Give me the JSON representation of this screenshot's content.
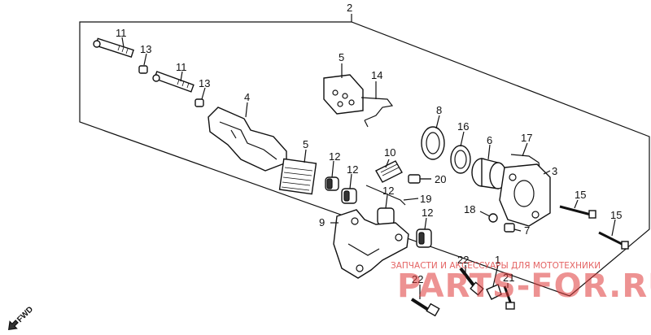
{
  "diagram": {
    "callouts": [
      {
        "id": "callout-2",
        "text": "2"
      },
      {
        "id": "callout-11a",
        "text": "11"
      },
      {
        "id": "callout-13a",
        "text": "13"
      },
      {
        "id": "callout-11b",
        "text": "11"
      },
      {
        "id": "callout-13b",
        "text": "13"
      },
      {
        "id": "callout-4",
        "text": "4"
      },
      {
        "id": "callout-5a",
        "text": "5"
      },
      {
        "id": "callout-14",
        "text": "14"
      },
      {
        "id": "callout-5b",
        "text": "5"
      },
      {
        "id": "callout-12a",
        "text": "12"
      },
      {
        "id": "callout-12b",
        "text": "12"
      },
      {
        "id": "callout-12c",
        "text": "12"
      },
      {
        "id": "callout-12d",
        "text": "12"
      },
      {
        "id": "callout-10",
        "text": "10"
      },
      {
        "id": "callout-20",
        "text": "20"
      },
      {
        "id": "callout-19",
        "text": "19"
      },
      {
        "id": "callout-8",
        "text": "8"
      },
      {
        "id": "callout-16",
        "text": "16"
      },
      {
        "id": "callout-6",
        "text": "6"
      },
      {
        "id": "callout-17",
        "text": "17"
      },
      {
        "id": "callout-3",
        "text": "3"
      },
      {
        "id": "callout-15a",
        "text": "15"
      },
      {
        "id": "callout-15b",
        "text": "15"
      },
      {
        "id": "callout-18",
        "text": "18"
      },
      {
        "id": "callout-7",
        "text": "7"
      },
      {
        "id": "callout-9",
        "text": "9"
      },
      {
        "id": "callout-22a",
        "text": "22"
      },
      {
        "id": "callout-22b",
        "text": "22"
      },
      {
        "id": "callout-1",
        "text": "1"
      },
      {
        "id": "callout-21",
        "text": "21"
      }
    ],
    "fwd_label": "FWD"
  },
  "watermark": {
    "caption": "ЗАПЧАСТИ И АКСЕССУАРЫ ДЛЯ МОТОТЕХНИКИ",
    "brand": "PARTS-FOR.RU",
    "color": "#e03a3a"
  }
}
